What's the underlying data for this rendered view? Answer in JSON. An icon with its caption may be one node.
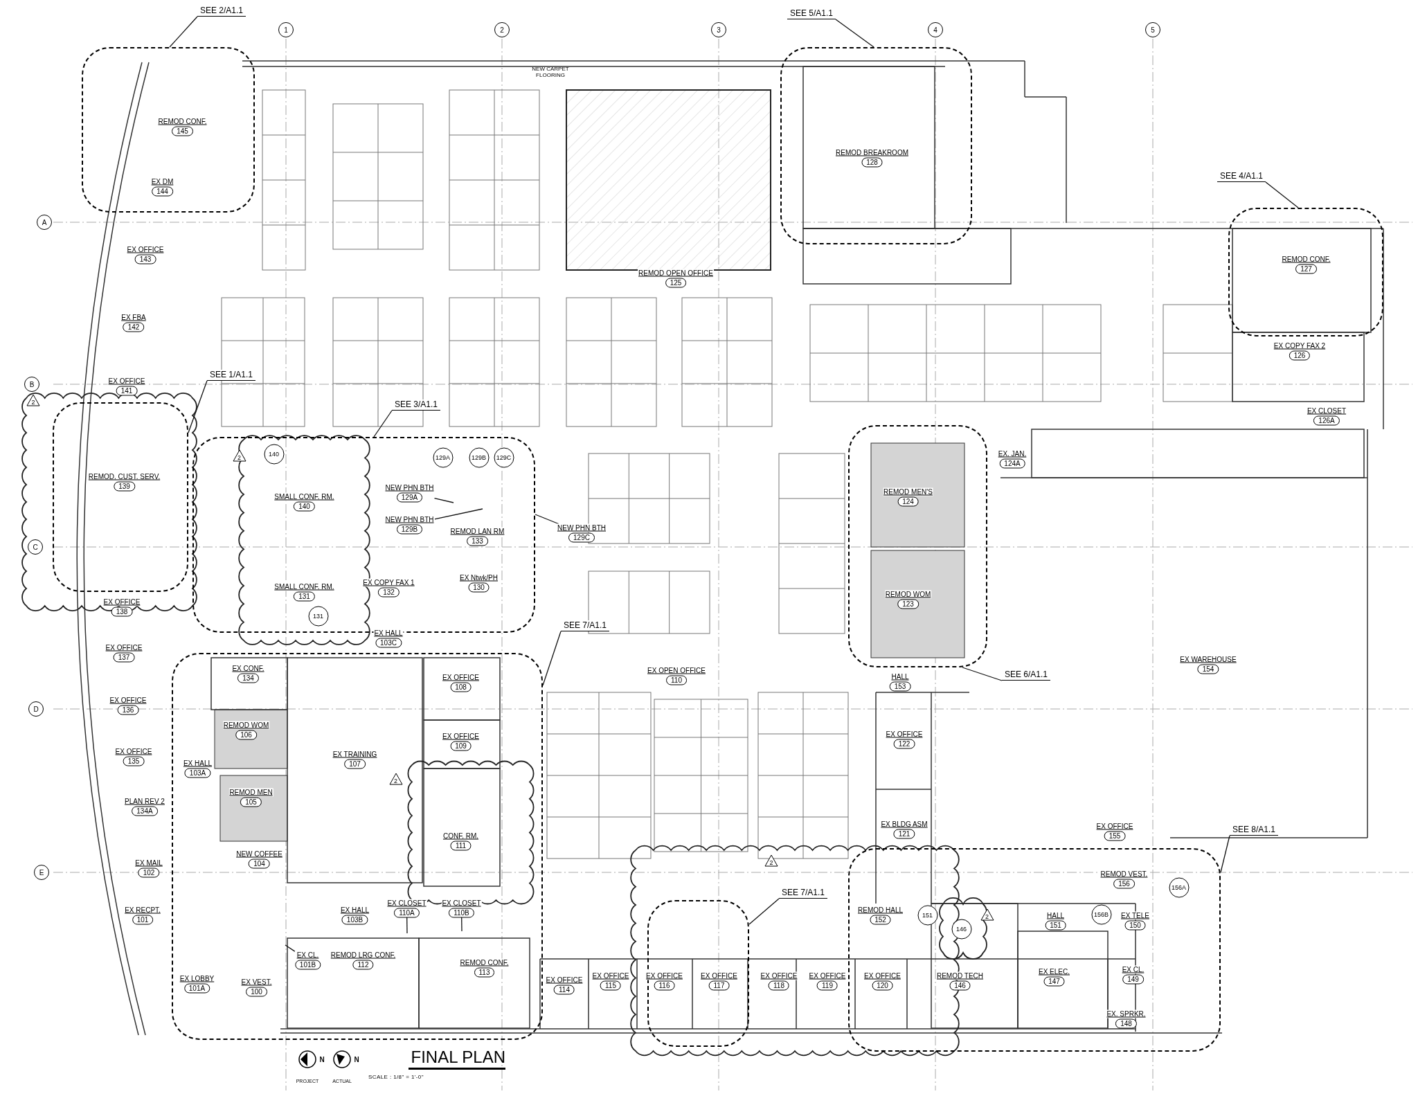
{
  "diagram": {
    "title": "FINAL PLAN",
    "nodes": [
      {
        "text": [
          "1"
        ]
      },
      {
        "text": [
          "2"
        ]
      },
      {
        "text": [
          "3"
        ]
      },
      {
        "text": [
          "4"
        ]
      },
      {
        "text": [
          "5"
        ]
      },
      {
        "text": [
          "SEE 2/A1.1"
        ]
      },
      {
        "text": [
          "SEE 5/A1.1"
        ]
      },
      {
        "text": [],
        "shape": "box"
      },
      {
        "text": [
          "REMOD CONF.",
          "145"
        ],
        "in": 7
      },
      {
        "text": [
          "EX DM",
          "144"
        ],
        "in": 7
      },
      {
        "text": [],
        "shape": "box"
      },
      {
        "text": [
          "REMOD BREAKROOM",
          "128"
        ],
        "in": 10
      },
      {
        "text": [
          "A"
        ]
      },
      {
        "text": [
          "EX OFFICE",
          "143"
        ]
      },
      {
        "text": [
          "REMOD OPEN OFFICE",
          "125"
        ]
      },
      {
        "text": [
          "SEE 4/A1.1"
        ]
      },
      {
        "text": [],
        "shape": "box"
      },
      {
        "text": [
          "REMOD CONF.",
          "127"
        ],
        "in": 16
      },
      {
        "text": [
          "EX FBA",
          "142"
        ]
      },
      {
        "text": [
          "EX COPY FAX 2",
          "126"
        ]
      },
      {
        "text": [
          "B"
        ]
      },
      {
        "text": [
          "EX OFFICE",
          "141"
        ]
      },
      {
        "text": [
          "SEE 1/A1.1"
        ]
      },
      {
        "text": [],
        "shape": "box"
      },
      {
        "text": [
          "REMOD. CUST. SERV.",
          "139"
        ],
        "in": 23
      },
      {
        "text": [
          "2"
        ]
      },
      {
        "text": [
          "SEE 3/A1.1"
        ]
      },
      {
        "text": [
          "EX CLOSET",
          "126A"
        ]
      },
      {
        "text": [
          "EX. JAN.",
          "124A"
        ]
      },
      {
        "text": [],
        "shape": "box"
      },
      {
        "text": [
          "2"
        ],
        "in": 29
      },
      {
        "text": [
          "140"
        ],
        "in": 29
      },
      {
        "text": [
          "129A"
        ],
        "in": 29
      },
      {
        "text": [
          "129B"
        ],
        "in": 29
      },
      {
        "text": [
          "129C"
        ],
        "in": 29
      },
      {
        "text": [
          "SMALL CONF. RM.",
          "140"
        ],
        "in": 29
      },
      {
        "text": [
          "NEW PHN BTH",
          "129A"
        ],
        "in": 29
      },
      {
        "text": [
          "NEW PHN BTH",
          "129B"
        ],
        "in": 29
      },
      {
        "text": [
          "REMOD LAN RM",
          "133"
        ],
        "in": 29
      },
      {
        "text": [
          "NEW PHN BTH",
          "129C"
        ]
      },
      {
        "text": [],
        "shape": "box"
      },
      {
        "text": [
          "REMOD MEN'S",
          "124"
        ],
        "in": 40
      },
      {
        "text": [
          "C"
        ]
      },
      {
        "text": [
          "SMALL CONF. RM.",
          "131"
        ],
        "in": 29
      },
      {
        "text": [
          "EX COPY FAX 1",
          "132"
        ],
        "in": 29
      },
      {
        "text": [
          "EX Ntwk/PH",
          "130"
        ],
        "in": 29
      },
      {
        "text": [
          "131"
        ],
        "in": 29
      },
      {
        "text": [
          "EX OFFICE",
          "138"
        ]
      },
      {
        "text": [
          "REMOD WOM",
          "123"
        ],
        "in": 40
      },
      {
        "text": [
          "SEE 7/A1.1"
        ]
      },
      {
        "text": [
          "EX HALL",
          "103C"
        ]
      },
      {
        "text": [
          "EX OFFICE",
          "137"
        ]
      },
      {
        "text": [
          "EX OPEN OFFICE",
          "110"
        ]
      },
      {
        "text": [
          "EX WAREHOUSE",
          "154"
        ]
      },
      {
        "text": [
          "HALL",
          "153"
        ]
      },
      {
        "text": [
          "SEE 6/A1.1"
        ]
      },
      {
        "text": [],
        "shape": "box"
      },
      {
        "text": [
          "EX CONF.",
          "134"
        ],
        "in": 56
      },
      {
        "text": [
          "EX OFFICE",
          "108"
        ],
        "in": 56
      },
      {
        "text": [
          "D"
        ]
      },
      {
        "text": [
          "EX OFFICE",
          "136"
        ]
      },
      {
        "text": [
          "REMOD WOM",
          "106"
        ],
        "in": 56
      },
      {
        "text": [
          "EX OFFICE",
          "109"
        ],
        "in": 56
      },
      {
        "text": [
          "EX OFFICE",
          "122"
        ]
      },
      {
        "text": [
          "EX OFFICE",
          "135"
        ]
      },
      {
        "text": [
          "EX HALL",
          "103A"
        ],
        "in": 56
      },
      {
        "text": [
          "EX TRAINING",
          "107"
        ],
        "in": 56
      },
      {
        "text": [
          "REMOD MEN",
          "105"
        ],
        "in": 56
      },
      {
        "text": [
          "2"
        ],
        "in": 56
      },
      {
        "text": [
          "PLAN REV 2",
          "134A"
        ]
      },
      {
        "text": [
          "CONF. RM.",
          "111"
        ],
        "in": 56
      },
      {
        "text": [
          "EX OFFICE",
          "155"
        ]
      },
      {
        "text": [
          "SEE 8/A1.1"
        ]
      },
      {
        "text": [
          "EX BLDG ASM",
          "121"
        ]
      },
      {
        "text": [
          "NEW COFFEE",
          "104"
        ],
        "in": 56
      },
      {
        "text": [
          "2"
        ]
      },
      {
        "text": [],
        "shape": "box"
      },
      {
        "text": [
          "E"
        ]
      },
      {
        "text": [
          "EX MAIL",
          "102"
        ]
      },
      {
        "text": [
          "REMOD VEST.",
          "156"
        ],
        "in": 76
      },
      {
        "text": [
          "156A"
        ],
        "in": 76
      },
      {
        "text": [
          "SEE 7/A1.1"
        ]
      },
      {
        "text": [],
        "shape": "box"
      },
      {
        "text": [
          "EX HALL",
          "103B"
        ],
        "in": 56
      },
      {
        "text": [
          "EX CLOSET",
          "110A"
        ],
        "in": 56
      },
      {
        "text": [
          "EX CLOSET",
          "110B"
        ],
        "in": 56
      },
      {
        "text": [
          "EX RECPT.",
          "101"
        ]
      },
      {
        "text": [
          "REMOD HALL",
          "152"
        ],
        "in": 76
      },
      {
        "text": [
          "151"
        ],
        "in": 76
      },
      {
        "text": [
          "146"
        ],
        "in": 76
      },
      {
        "text": [
          "2"
        ],
        "in": 76
      },
      {
        "text": [
          "156B"
        ],
        "in": 76
      },
      {
        "text": [
          "HALL",
          "151"
        ],
        "in": 76
      },
      {
        "text": [
          "EX TELE",
          "150"
        ],
        "in": 76
      },
      {
        "text": [
          "EX CL.",
          "101B"
        ],
        "in": 56
      },
      {
        "text": [
          "REMOD LRG CONF.",
          "112"
        ],
        "in": 56
      },
      {
        "text": [
          "REMOD CONF.",
          "113"
        ],
        "in": 56
      },
      {
        "text": [
          "EX OFFICE",
          "114"
        ]
      },
      {
        "text": [
          "EX OFFICE",
          "115"
        ]
      },
      {
        "text": [
          "EX OFFICE",
          "116"
        ],
        "in": 82
      },
      {
        "text": [
          "EX OFFICE",
          "117"
        ],
        "in": 82
      },
      {
        "text": [
          "EX OFFICE",
          "118"
        ]
      },
      {
        "text": [
          "EX OFFICE",
          "119"
        ]
      },
      {
        "text": [
          "EX OFFICE",
          "120"
        ],
        "in": 76
      },
      {
        "text": [
          "REMOD TECH",
          "146"
        ],
        "in": 76
      },
      {
        "text": [
          "EX ELEC.",
          "147"
        ],
        "in": 76
      },
      {
        "text": [
          "EX CL.",
          "149"
        ],
        "in": 76
      },
      {
        "text": [
          "EX LOBBY",
          "101A"
        ],
        "in": 56
      },
      {
        "text": [
          "EX VEST.",
          "100"
        ],
        "in": 56
      },
      {
        "text": [
          "EX. SPRKR.",
          "148"
        ],
        "in": 76
      }
    ],
    "edges": [
      {
        "from": 5,
        "to": 7,
        "arrow": "none"
      },
      {
        "from": 6,
        "to": 10,
        "arrow": "none"
      },
      {
        "from": 15,
        "to": 16,
        "arrow": "none"
      },
      {
        "from": 22,
        "to": 23,
        "arrow": "none"
      },
      {
        "from": 26,
        "to": 29,
        "arrow": "none"
      },
      {
        "from": 49,
        "to": 56,
        "arrow": "none"
      },
      {
        "from": 55,
        "to": 40,
        "arrow": "none"
      },
      {
        "from": 81,
        "to": 82,
        "arrow": "none"
      },
      {
        "from": 72,
        "to": 76,
        "arrow": "none"
      },
      {
        "from": 36,
        "to": null,
        "arrow": "none"
      },
      {
        "from": 37,
        "to": null,
        "arrow": "none"
      },
      {
        "from": 39,
        "to": 29,
        "arrow": "none"
      },
      {
        "from": 84,
        "to": null,
        "arrow": "none"
      },
      {
        "from": 85,
        "to": null,
        "arrow": "none"
      },
      {
        "from": 94,
        "to": null,
        "arrow": "none"
      }
    ],
    "labels": [
      "NEW CARPET FLOORING",
      "N",
      "N",
      "PROJECT",
      "ACTUAL",
      "SCALE : 1/8\" = 1'-0\""
    ]
  }
}
